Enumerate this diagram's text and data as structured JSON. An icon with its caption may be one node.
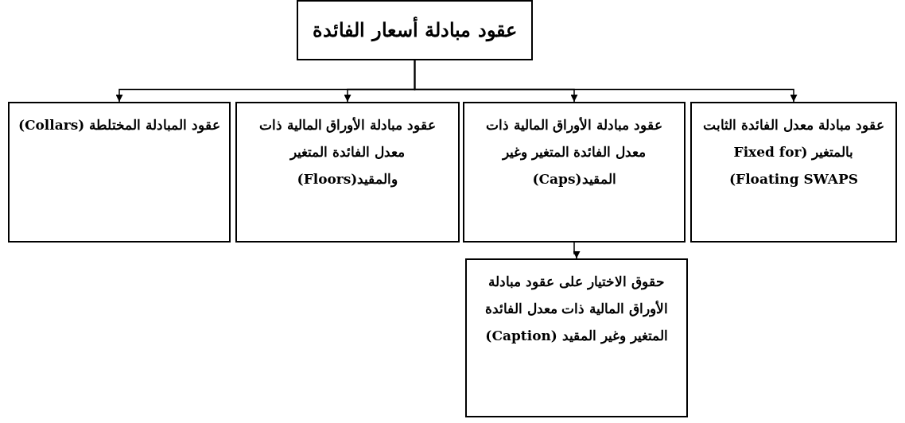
{
  "diagram": {
    "nodes": [
      {
        "text": [
          "عقود مبادلة أسعار الفائدة"
        ]
      },
      {
        "text": [
          "عقود مبادلة معدل الفائدة الثابت بالمتغير (Fixed for Floating SWAPS)"
        ]
      },
      {
        "text": [
          "عقود مبادلة الأوراق المالية ذات معدل الفائدة المتغير وغير المقيد(Caps)"
        ]
      },
      {
        "text": [
          "عقود مبادلة الأوراق المالية ذات معدل الفائدة المتغير والمقيد(Floors)"
        ]
      },
      {
        "text": [
          "عقود المبادلة المختلطة (Collars)"
        ]
      },
      {
        "text": [
          "حقوق الاختيار على عقود مبادلة الأوراق المالية ذات معدل الفائدة المتغير وغير المقيد (Caption)"
        ]
      }
    ],
    "edges": [
      {
        "from": 0,
        "to": 1,
        "arrow": "to"
      },
      {
        "from": 0,
        "to": 2,
        "arrow": "to"
      },
      {
        "from": 0,
        "to": 3,
        "arrow": "to"
      },
      {
        "from": 0,
        "to": 4,
        "arrow": "to"
      },
      {
        "from": 2,
        "to": 5,
        "arrow": "to"
      }
    ]
  }
}
